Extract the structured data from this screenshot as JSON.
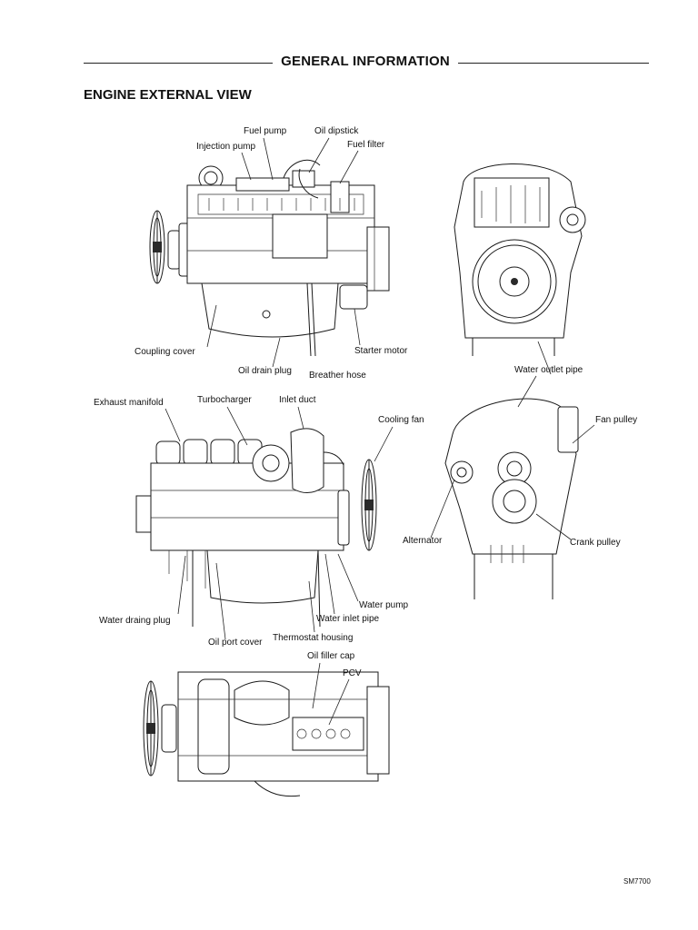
{
  "header": {
    "title": "GENERAL INFORMATION"
  },
  "section": {
    "title": "ENGINE EXTERNAL VIEW"
  },
  "labels": {
    "fuel_pump": "Fuel pump",
    "oil_dipstick": "Oil dipstick",
    "injection_pump": "Injection pump",
    "fuel_filter": "Fuel filter",
    "coupling_cover": "Coupling cover",
    "starter_motor": "Starter motor",
    "oil_drain_plug": "Oil drain plug",
    "breather_hose": "Breather hose",
    "water_outlet_pipe": "Water outlet pipe",
    "exhaust_manifold": "Exhaust manifold",
    "turbocharger": "Turbocharger",
    "inlet_duct": "Inlet duct",
    "cooling_fan": "Cooling fan",
    "fan_pulley": "Fan pulley",
    "alternator": "Alternator",
    "crank_pulley": "Crank pulley",
    "water_pump": "Water pump",
    "water_draing_plug": "Water draing plug",
    "water_inlet_pipe": "Water inlet pipe",
    "thermostat_housing": "Thermostat  housing",
    "oil_port_cover": "Oil port cover",
    "oil_filler_cap": "Oil filler cap",
    "pcv": "PCV"
  },
  "footer": {
    "code": "SM7700"
  }
}
